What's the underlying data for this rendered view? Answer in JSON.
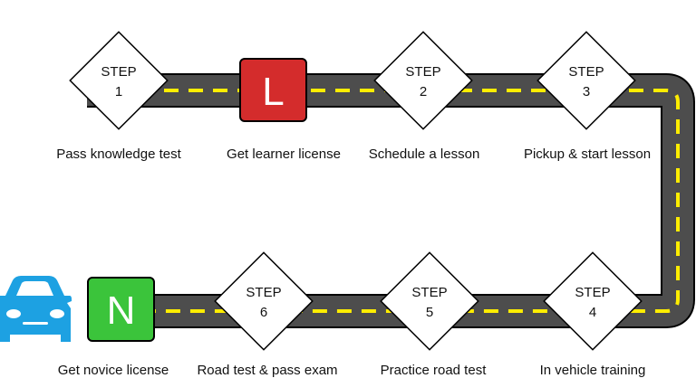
{
  "colors": {
    "road": "#4d4d4d",
    "road_edge": "#000000",
    "dash": "#ffed00",
    "diamond_fill": "#ffffff",
    "diamond_stroke": "#000000",
    "learner_badge": "#d42c2c",
    "novice_badge": "#3bc43b",
    "car": "#1da1e2"
  },
  "badges": {
    "learner": {
      "letter": "L"
    },
    "novice": {
      "letter": "N"
    }
  },
  "steps": [
    {
      "word": "STEP",
      "number": "1",
      "caption": "Pass knowledge test"
    },
    {
      "word": "STEP",
      "number": "2",
      "caption": "Schedule a lesson"
    },
    {
      "word": "STEP",
      "number": "3",
      "caption": "Pickup & start lesson"
    },
    {
      "word": "STEP",
      "number": "4",
      "caption": "In vehicle training"
    },
    {
      "word": "STEP",
      "number": "5",
      "caption": "Practice road test"
    },
    {
      "word": "STEP",
      "number": "6",
      "caption": "Road test & pass exam"
    }
  ],
  "captions": {
    "learner": "Get learner license",
    "novice": "Get novice license"
  },
  "icons": {
    "car": "car-icon"
  }
}
